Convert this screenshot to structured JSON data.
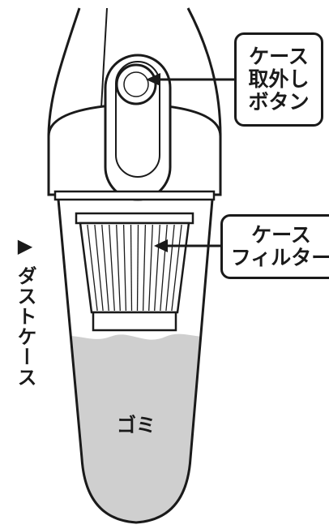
{
  "callouts": {
    "release_button": {
      "line1": "ケース",
      "line2": "取外し",
      "line3": "ボタン"
    },
    "case_filter": {
      "line1": "ケース",
      "line2": "フィルター"
    }
  },
  "side_label": "▶ ダストケース",
  "dust_label": "ゴミ",
  "colors": {
    "ink": "#1a1a1a",
    "dust": "#cfcfcf",
    "background": "#ffffff"
  }
}
